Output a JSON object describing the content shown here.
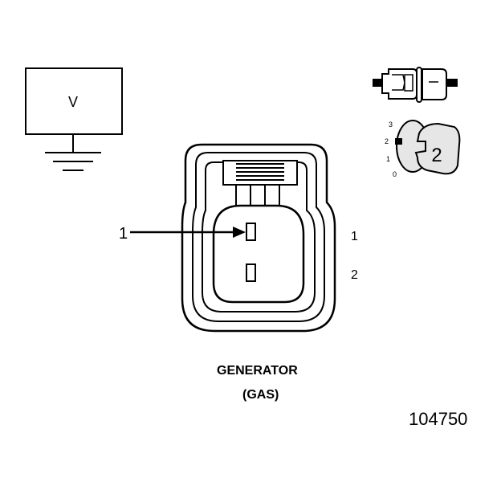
{
  "voltmeter": {
    "symbol": "V"
  },
  "pointer": {
    "label": "1"
  },
  "pins": {
    "pin_1": "1",
    "pin_2": "2"
  },
  "position_inset": {
    "scale": [
      "3",
      "2",
      "1",
      "0"
    ],
    "selected_label": "2"
  },
  "caption": {
    "line_1": "GENERATOR",
    "line_2": "(GAS)"
  },
  "figure_number": "104750",
  "colors": {
    "ink": "#000000",
    "background": "#ffffff",
    "inset_fill": "#e6e6e6"
  }
}
